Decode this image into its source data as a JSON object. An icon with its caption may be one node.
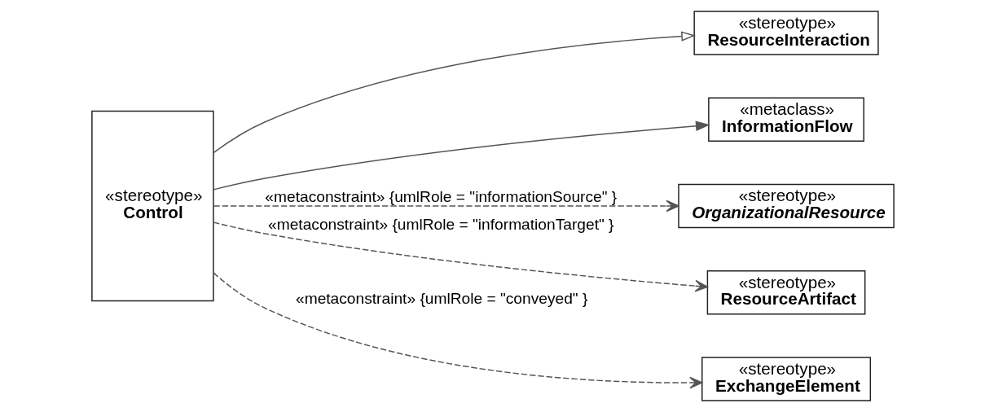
{
  "diagram": {
    "nodes": [
      {
        "text": [
          "«stereotype»",
          "ResourceInteraction"
        ]
      },
      {
        "text": [
          "«metaclass»",
          "InformationFlow"
        ]
      },
      {
        "text": [
          "«stereotype»",
          "Control"
        ]
      },
      {
        "text": [
          "«stereotype»",
          "OrganizationalResource"
        ]
      },
      {
        "text": [
          "«stereotype»",
          "ResourceArtifact"
        ]
      },
      {
        "text": [
          "«stereotype»",
          "ExchangeElement"
        ]
      }
    ],
    "edges": [
      {
        "from": 2,
        "to": 0,
        "arrow": "to"
      },
      {
        "from": 2,
        "to": 1,
        "arrow": "to"
      },
      {
        "from": 2,
        "to": 3,
        "arrow": "to",
        "style": "dashed",
        "label": "«metaconstraint» {umlRole = \"informationSource\" }"
      },
      {
        "from": 2,
        "to": 4,
        "arrow": "to",
        "style": "dashed",
        "label": "«metaconstraint» {umlRole = \"informationTarget\" }"
      },
      {
        "from": 2,
        "to": 5,
        "arrow": "to",
        "style": "dashed",
        "label": "«metaconstraint» {umlRole = \"conveyed\" }"
      }
    ]
  }
}
